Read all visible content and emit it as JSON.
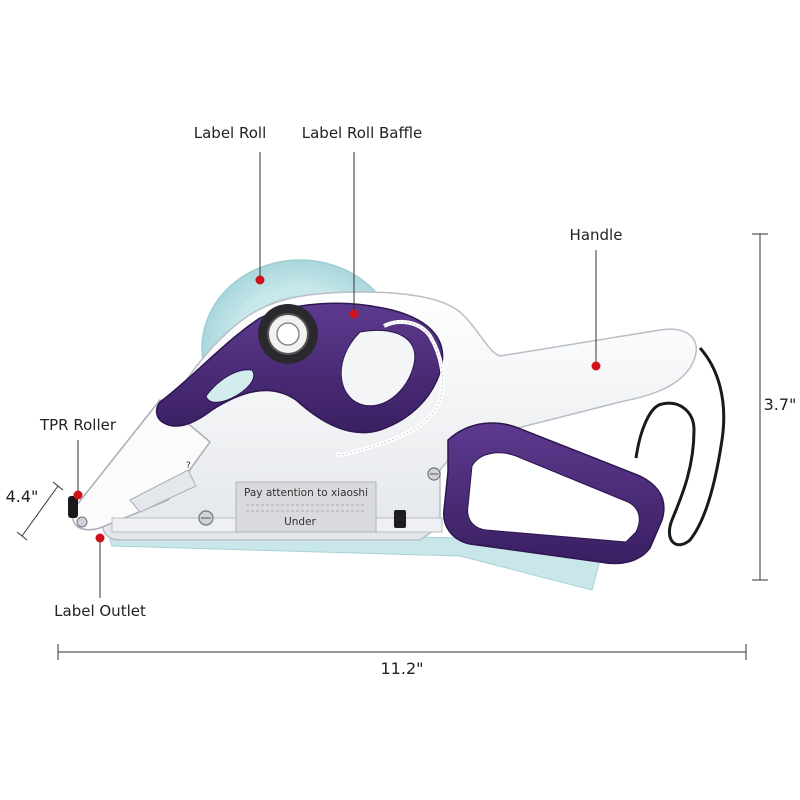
{
  "callouts": {
    "label_roll": "Label Roll",
    "label_roll_baffle": "Label Roll Baffle",
    "handle": "Handle",
    "tpr_roller": "TPR Roller",
    "label_outlet": "Label Outlet"
  },
  "dimensions": {
    "height": "3.7\"",
    "length": "11.2\"",
    "nose": "4.4\""
  },
  "sticker": {
    "line1": "Pay attention to xiaoshi",
    "line2": "Under",
    "small_marks": "?"
  },
  "colors": {
    "body": "#f4f5f7",
    "purple": "#4b2a78",
    "label_paper": "#bfe3e6",
    "dot": "#d0121b",
    "leader": "#333333"
  }
}
